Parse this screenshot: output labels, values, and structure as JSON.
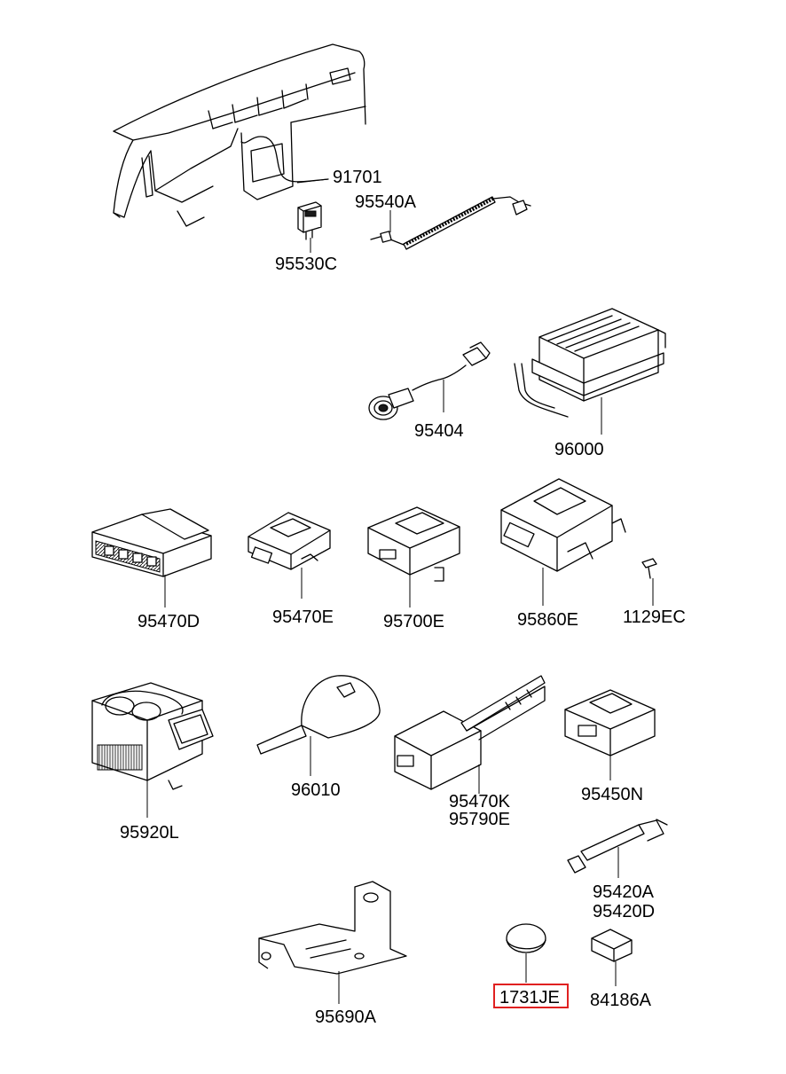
{
  "parts": {
    "p91701": "91701",
    "p95540A": "95540A",
    "p95530C": "95530C",
    "p95404": "95404",
    "p96000": "96000",
    "p95470D": "95470D",
    "p95470E": "95470E",
    "p95700E": "95700E",
    "p95860E": "95860E",
    "p1129EC": "1129EC",
    "p95920L": "95920L",
    "p96010": "96010",
    "p95470K": "95470K",
    "p95790E": "95790E",
    "p95450N": "95450N",
    "p95420A": "95420A",
    "p95420D": "95420D",
    "p95690A": "95690A",
    "p1731JE": "1731JE",
    "p84186A": "84186A"
  },
  "highlight": {
    "part": "1731JE",
    "color": "#e02020"
  }
}
